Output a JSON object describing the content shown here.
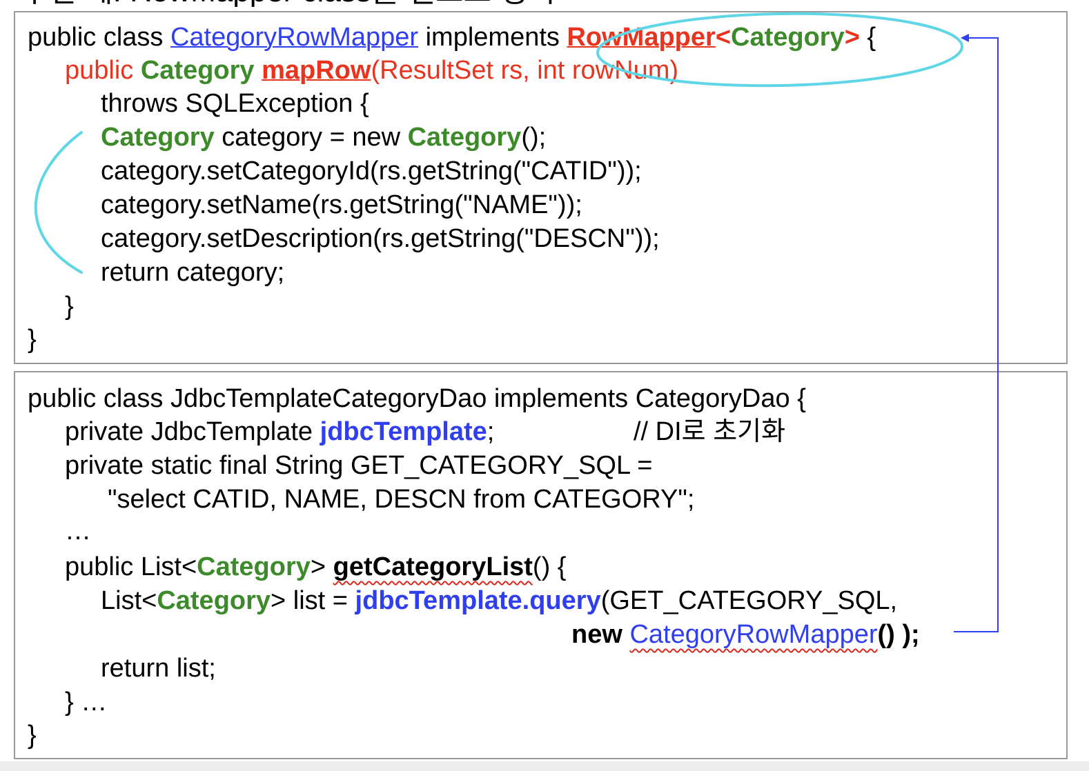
{
  "slide_title": "구현 예: RowMapper class를 별도로 정의",
  "box1": {
    "l1": {
      "a": "public class ",
      "b": "CategoryRowMapper",
      "c": " implements ",
      "d": "RowMapper",
      "e": "<",
      "f": "Category",
      "g": ">",
      "h": " {"
    },
    "l2": {
      "a": "public ",
      "b": "Category",
      "c": " ",
      "d": "mapRow",
      "e": "(ResultSet rs, int rowNum)"
    },
    "l3": "throws SQLException {",
    "l4": {
      "a": "Category",
      "b": " category = new ",
      "c": "Category",
      "d": "();"
    },
    "l5": "category.setCategoryId(rs.getString(\"CATID\"));",
    "l6": "category.setName(rs.getString(\"NAME\"));",
    "l7": "category.setDescription(rs.getString(\"DESCN\"));",
    "l8": "return category;",
    "l9": "}",
    "l10": "}"
  },
  "box2": {
    "l1": "public class JdbcTemplateCategoryDao implements CategoryDao {",
    "l2": {
      "a": "private JdbcTemplate ",
      "b": "jdbcTemplate",
      "c": ";",
      "d": "// DI로 초기화"
    },
    "l3": "private static final String GET_CATEGORY_SQL =",
    "l4": "\"select CATID, NAME, DESCN from CATEGORY\";",
    "l5": "…",
    "l6": {
      "a": "public List<",
      "b": "Category",
      "c": "> ",
      "d": "getCategoryList",
      "e": "() {"
    },
    "l7": {
      "a": "List<",
      "b": "Category",
      "c": "> list = ",
      "d": "jdbcTemplate.query",
      "e": "(GET_CATEGORY_SQL,"
    },
    "l8": {
      "a": "new ",
      "b": "CategoryRowMapper",
      "c": "() );"
    },
    "l9": "return list;",
    "l10": "} …",
    "l11": "}"
  },
  "colors": {
    "keyword_blue": "#2f3ff0",
    "method_red": "#e8331f",
    "type_green": "#3d8a2a",
    "annotation_cyan": "#5fd6e6",
    "arrow_blue": "#2f3ff0"
  }
}
